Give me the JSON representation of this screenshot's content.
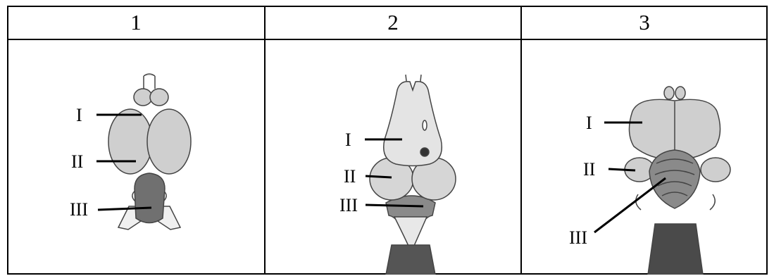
{
  "table": {
    "headers": [
      "1",
      "2",
      "3"
    ]
  },
  "panels": [
    {
      "labels": [
        "I",
        "II",
        "III"
      ]
    },
    {
      "labels": [
        "I",
        "II",
        "III"
      ]
    },
    {
      "labels": [
        "I",
        "II",
        "III"
      ]
    }
  ]
}
